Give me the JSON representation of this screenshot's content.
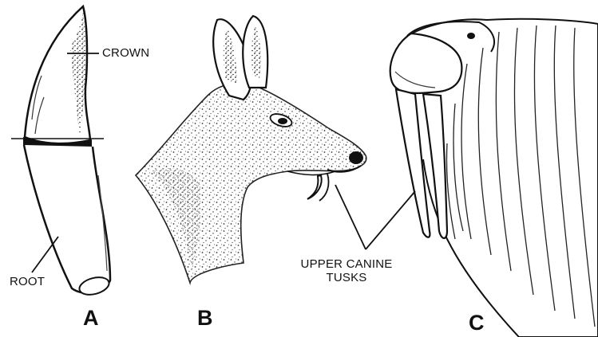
{
  "labels": {
    "crown": "CROWN",
    "root": "ROOT",
    "tusks_line1": "UPPER CANINE",
    "tusks_line2": "TUSKS"
  },
  "panels": {
    "a": "A",
    "b": "B",
    "c": "C"
  },
  "colors": {
    "ink": "#111111",
    "background": "#ffffff"
  }
}
